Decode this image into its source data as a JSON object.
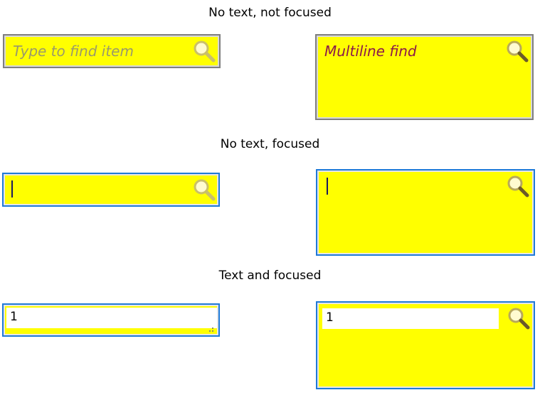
{
  "sections": {
    "no_text_not_focused": {
      "title": "No text, not focused"
    },
    "no_text_focused": {
      "title": "No text, focused"
    },
    "text_focused": {
      "title": "Text and focused"
    }
  },
  "boxes": {
    "single_line_placeholder": "Type to find item",
    "multiline_placeholder": "Multiline find",
    "single_line_value": "1",
    "multiline_value": "1"
  },
  "colors": {
    "box_background": "#ffff00",
    "unfocused_border": "#7f7f7f",
    "focused_border": "#1f7ad8",
    "placeholder_gray": "#9a9a6a",
    "placeholder_purple": "#8b1a4a"
  },
  "icons": {
    "search": "magnifier-icon"
  }
}
